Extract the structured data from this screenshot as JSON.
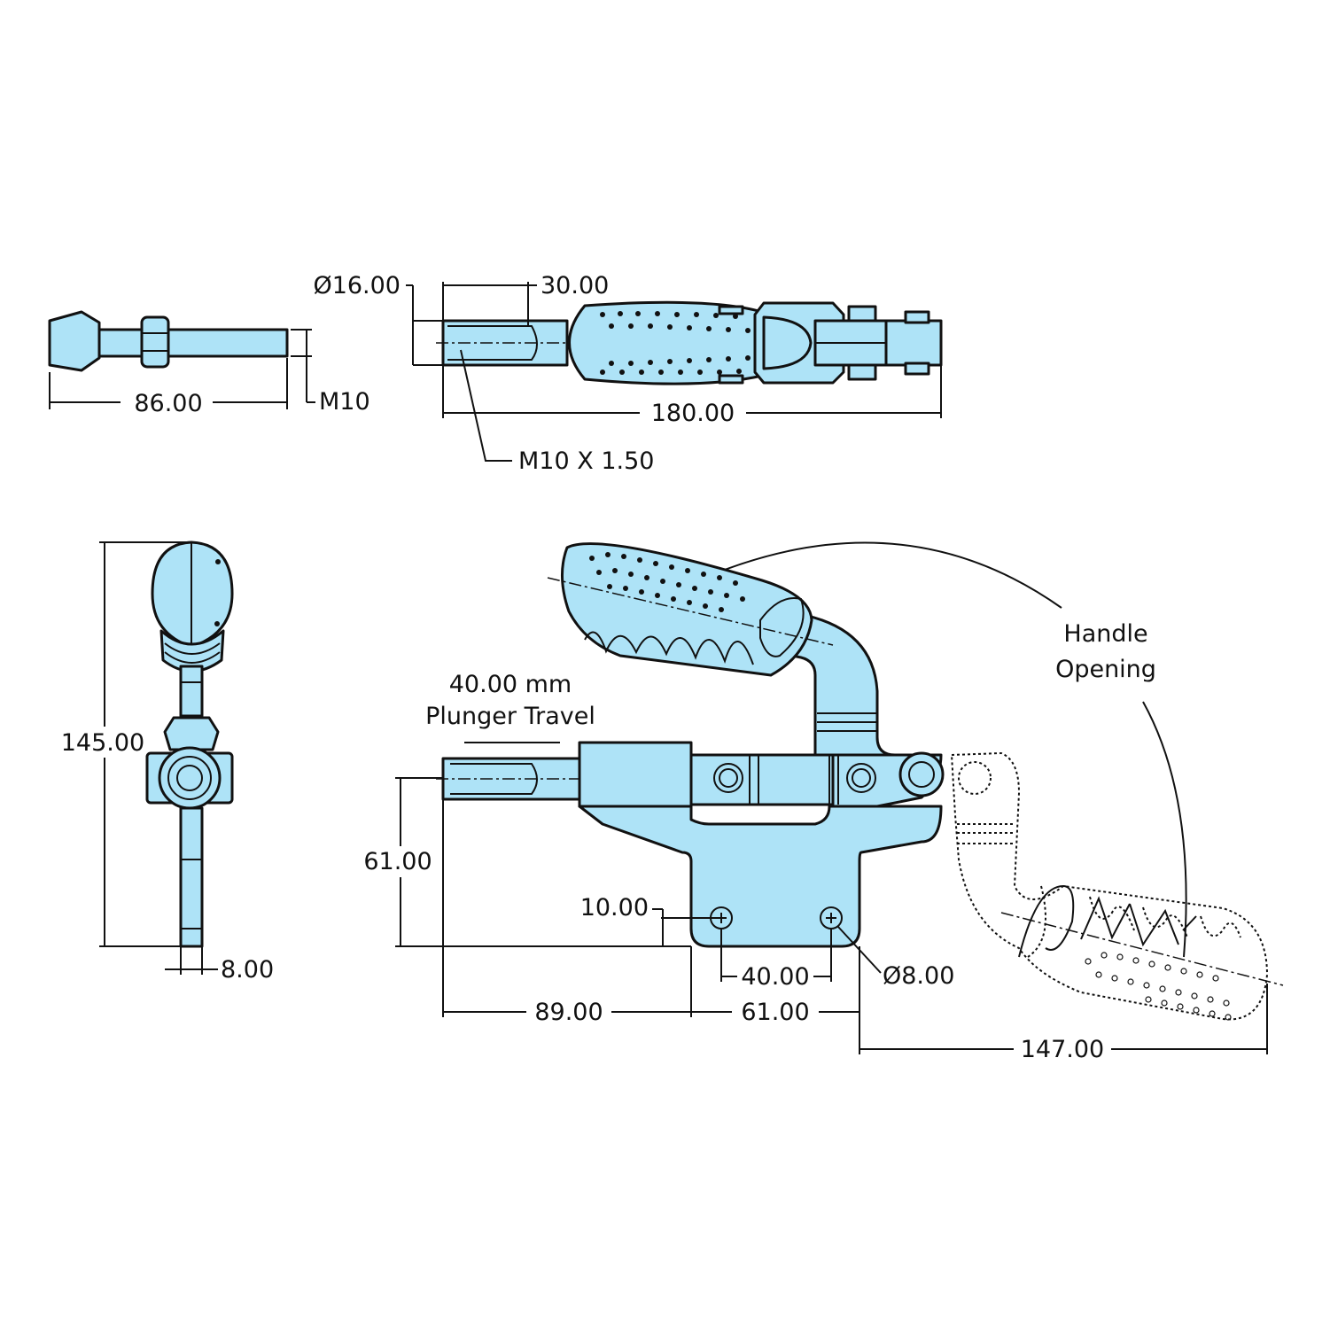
{
  "labels": {
    "d_86": "86.00",
    "m10": "M10",
    "d_16": "Ø16.00",
    "d_30": "30.00",
    "d_180": "180.00",
    "thread": "M10 X 1.50",
    "d_145": "145.00",
    "d_8": "8.00",
    "travel_1": "40.00 mm",
    "travel_2": "Plunger Travel",
    "handle_1": "Handle",
    "handle_2": "Opening",
    "d_61_h": "61.00",
    "d_10": "10.00",
    "d_40": "40.00",
    "d_hole": "Ø8.00",
    "d_89": "89.00",
    "d_61_w": "61.00",
    "d_147": "147.00"
  },
  "colors": {
    "part_fill": "#aee3f7",
    "line": "#111111"
  }
}
